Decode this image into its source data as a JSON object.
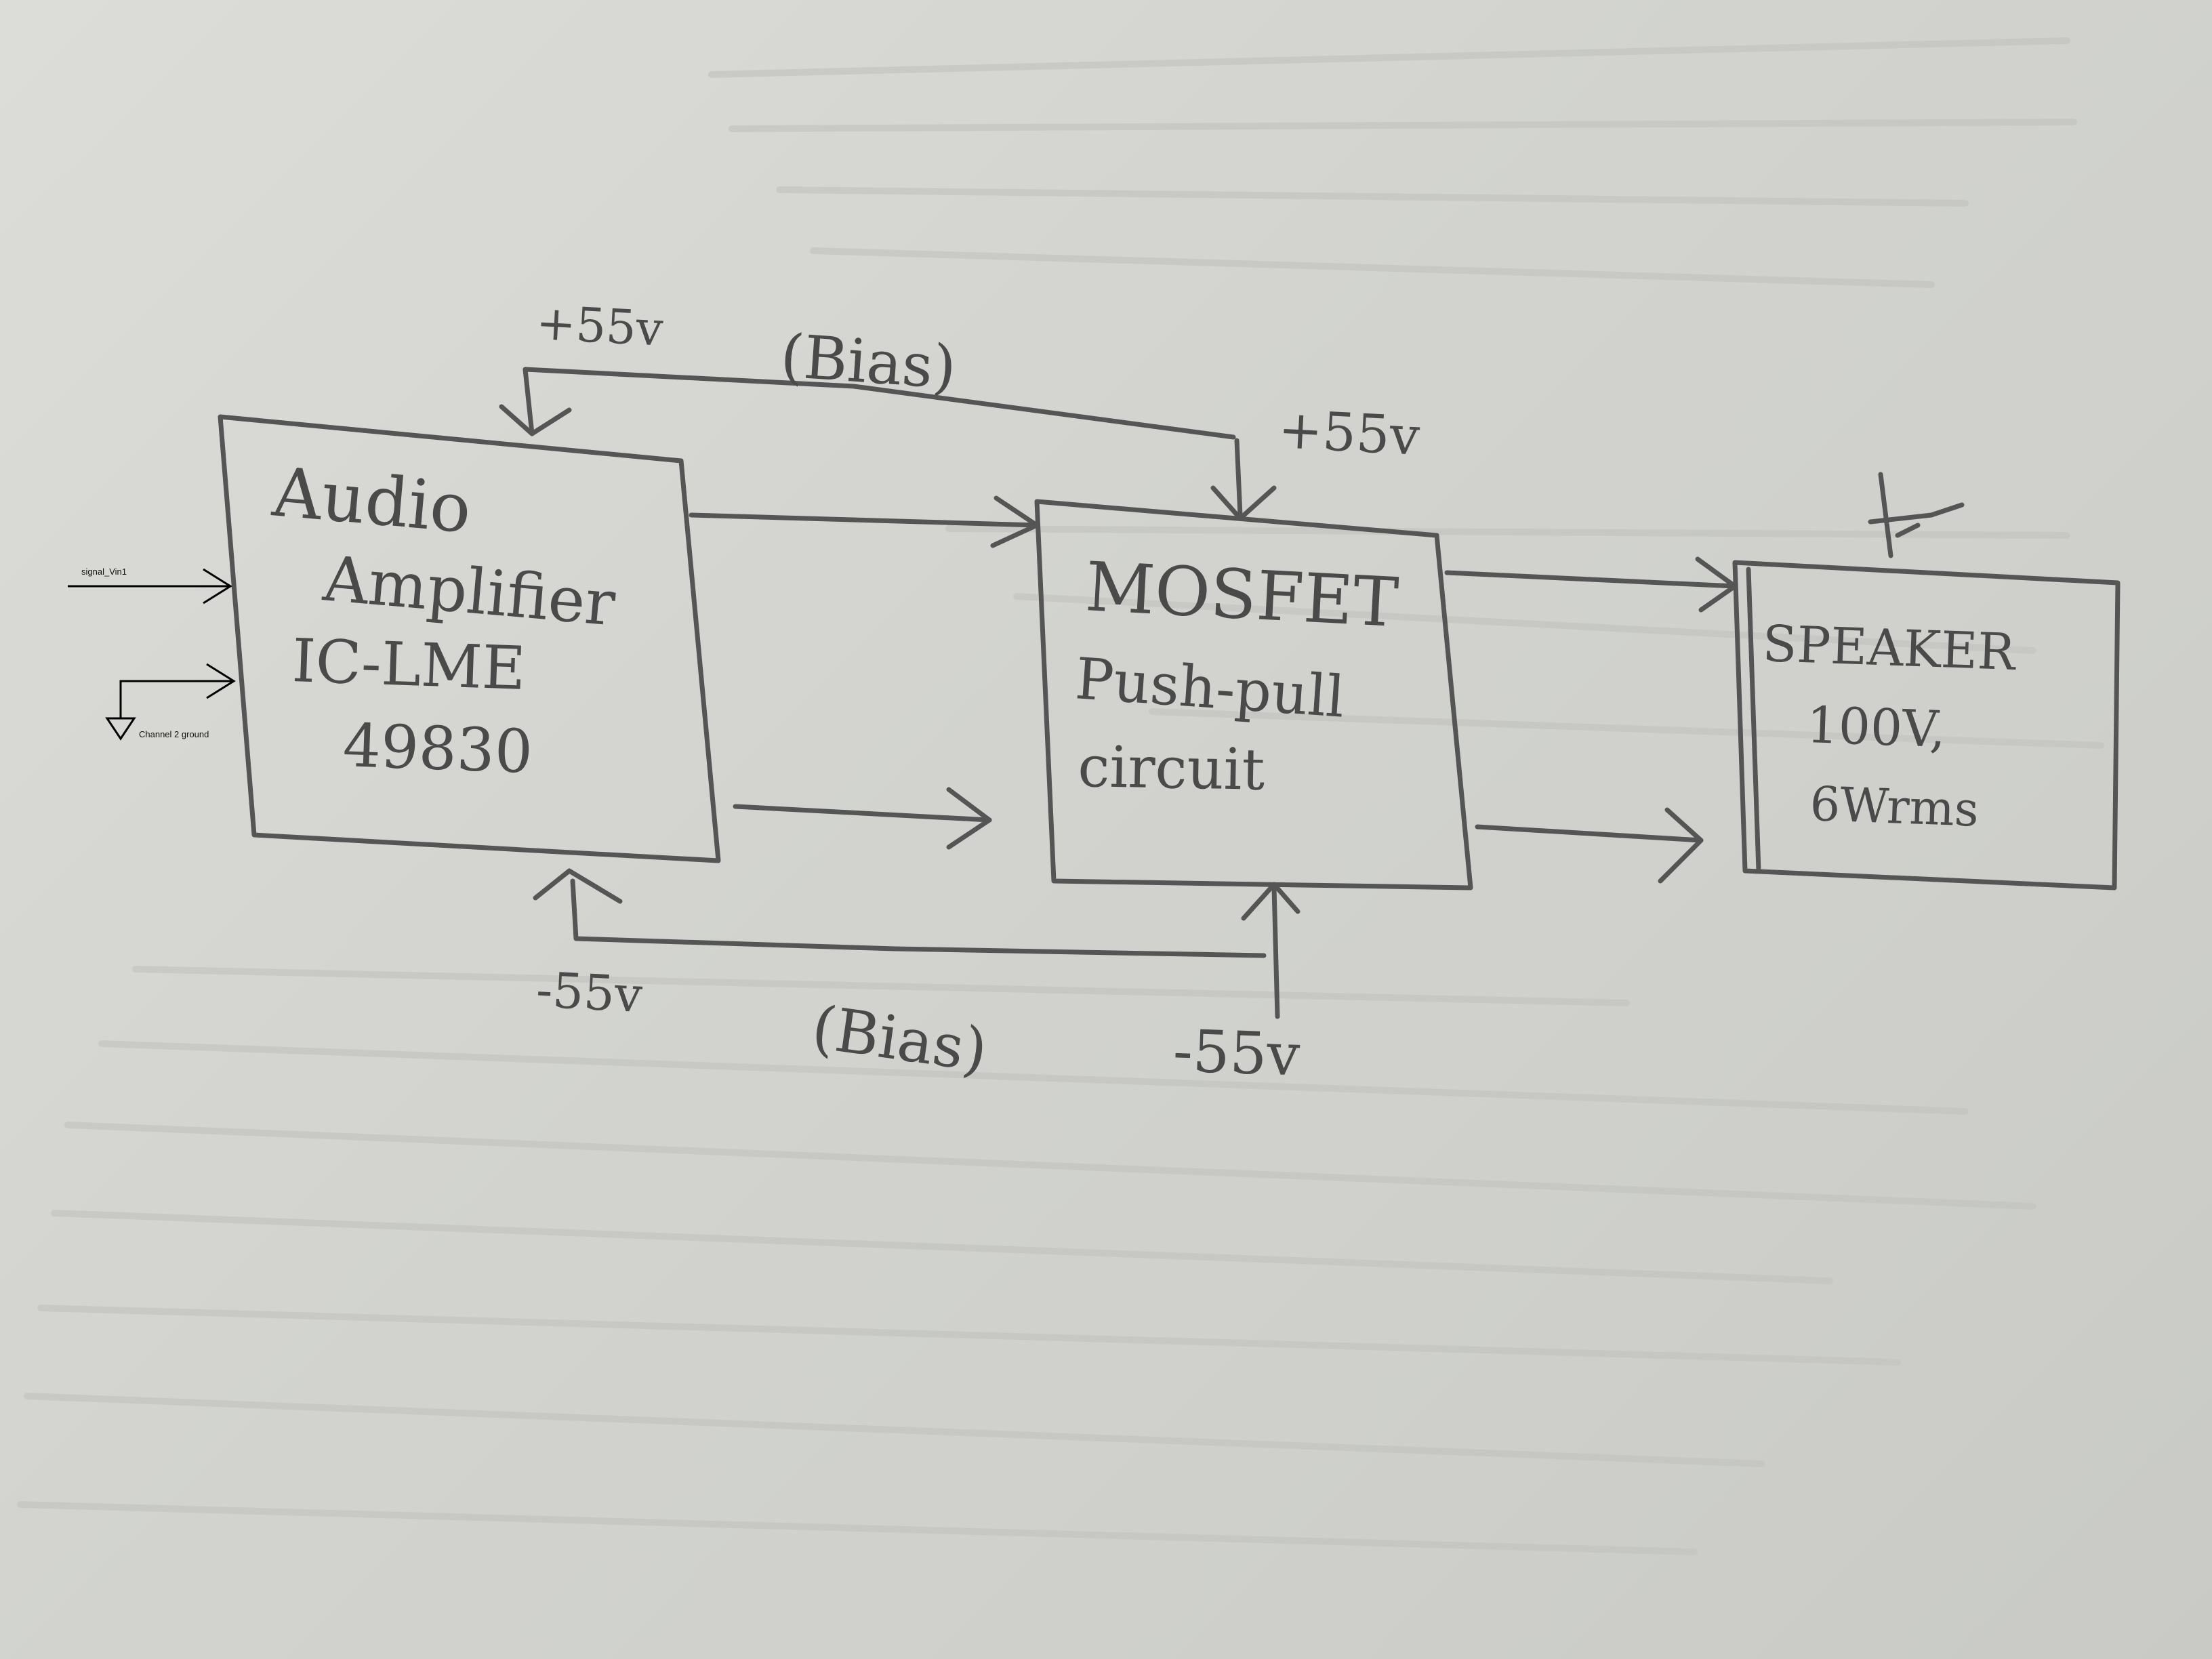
{
  "blocks": {
    "amplifier": {
      "lines": [
        "Audio",
        "Amplifier",
        "IC-LME",
        "49830"
      ]
    },
    "mosfet": {
      "lines": [
        "MOSFET",
        "Push-pull",
        "circuit"
      ]
    },
    "speaker": {
      "lines": [
        "SPEAKER",
        "100V,",
        "6Wrms"
      ]
    }
  },
  "rails": {
    "amp_positive": "+55v",
    "mosfet_positive": "+55v",
    "amp_negative": "-55v",
    "mosfet_negative": "-55v",
    "bias_top": "(Bias)",
    "bias_bottom": "(Bias)"
  },
  "inputs": {
    "signal": "signal_Vin1",
    "ground": "Channel 2 ground"
  },
  "colors": {
    "pencil": "#555555",
    "digital_ink": "#000000",
    "paper": "#d6d6d2"
  }
}
